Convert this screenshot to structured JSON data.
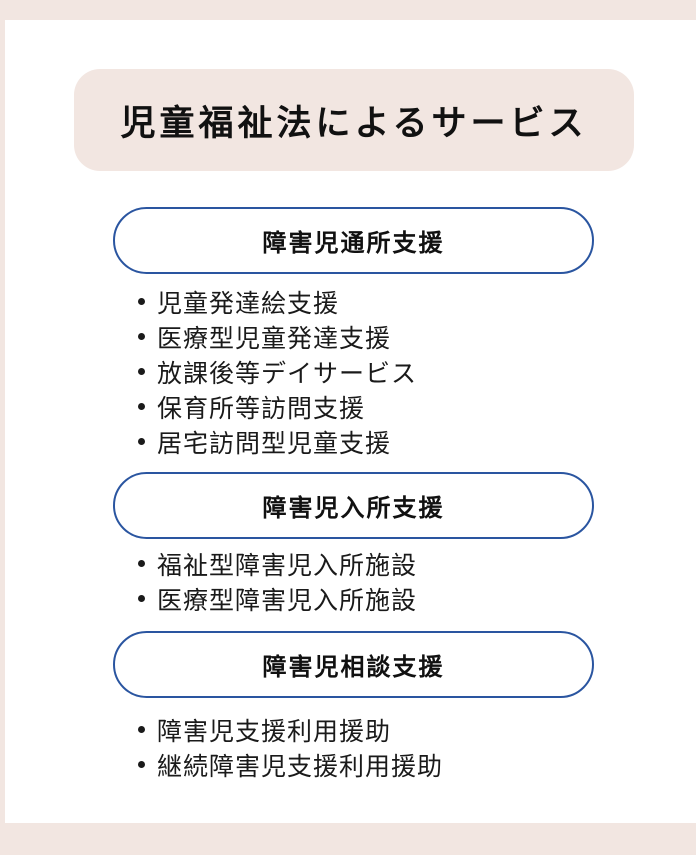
{
  "title": "児童福祉法によるサービス",
  "colors": {
    "background": "#f2e6e1",
    "card": "#ffffff",
    "title_box": "#f2e6e1",
    "pill_border": "#2a55a0",
    "text": "#111111"
  },
  "sections": [
    {
      "heading": "障害児通所支援",
      "items": [
        "児童発達絵支援",
        "医療型児童発達支援",
        "放課後等デイサービス",
        "保育所等訪問支援",
        "居宅訪問型児童支援"
      ]
    },
    {
      "heading": "障害児入所支援",
      "items": [
        "福祉型障害児入所施設",
        "医療型障害児入所施設"
      ]
    },
    {
      "heading": "障害児相談支援",
      "items": [
        "障害児支援利用援助",
        "継続障害児支援利用援助"
      ]
    }
  ]
}
